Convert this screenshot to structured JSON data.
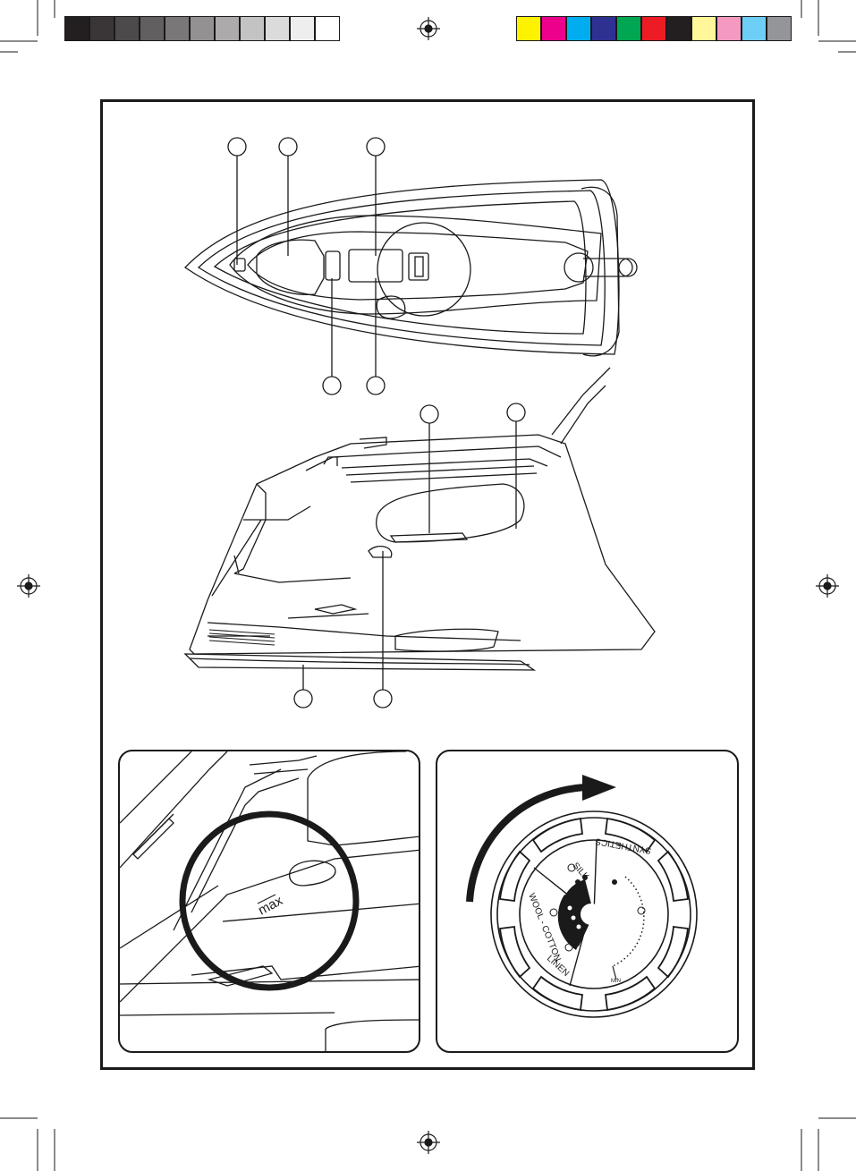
{
  "print_marks": {
    "gray_swatches": [
      "#231f20",
      "#3a3637",
      "#4d4a4b",
      "#625f60",
      "#7a7778",
      "#939192",
      "#acaaab",
      "#c4c3c3",
      "#dcdbdb",
      "#eeeeee",
      "#ffffff"
    ],
    "color_swatches": [
      "#fff200",
      "#ec008c",
      "#00aeef",
      "#2e3192",
      "#00a651",
      "#ed1c24",
      "#231f20",
      "#fff799",
      "#f49ac1",
      "#6dcff6",
      "#939598"
    ]
  },
  "dial": {
    "labels": {
      "silk": "SILK",
      "synthetics": "SYNTHETICS",
      "wool_cotton": "WOOL - COTTON",
      "linen": "LINEN",
      "min": "MIN"
    }
  },
  "tank": {
    "max_label": "max"
  },
  "colors": {
    "line": "#1a1a1a",
    "background": "#ffffff"
  }
}
